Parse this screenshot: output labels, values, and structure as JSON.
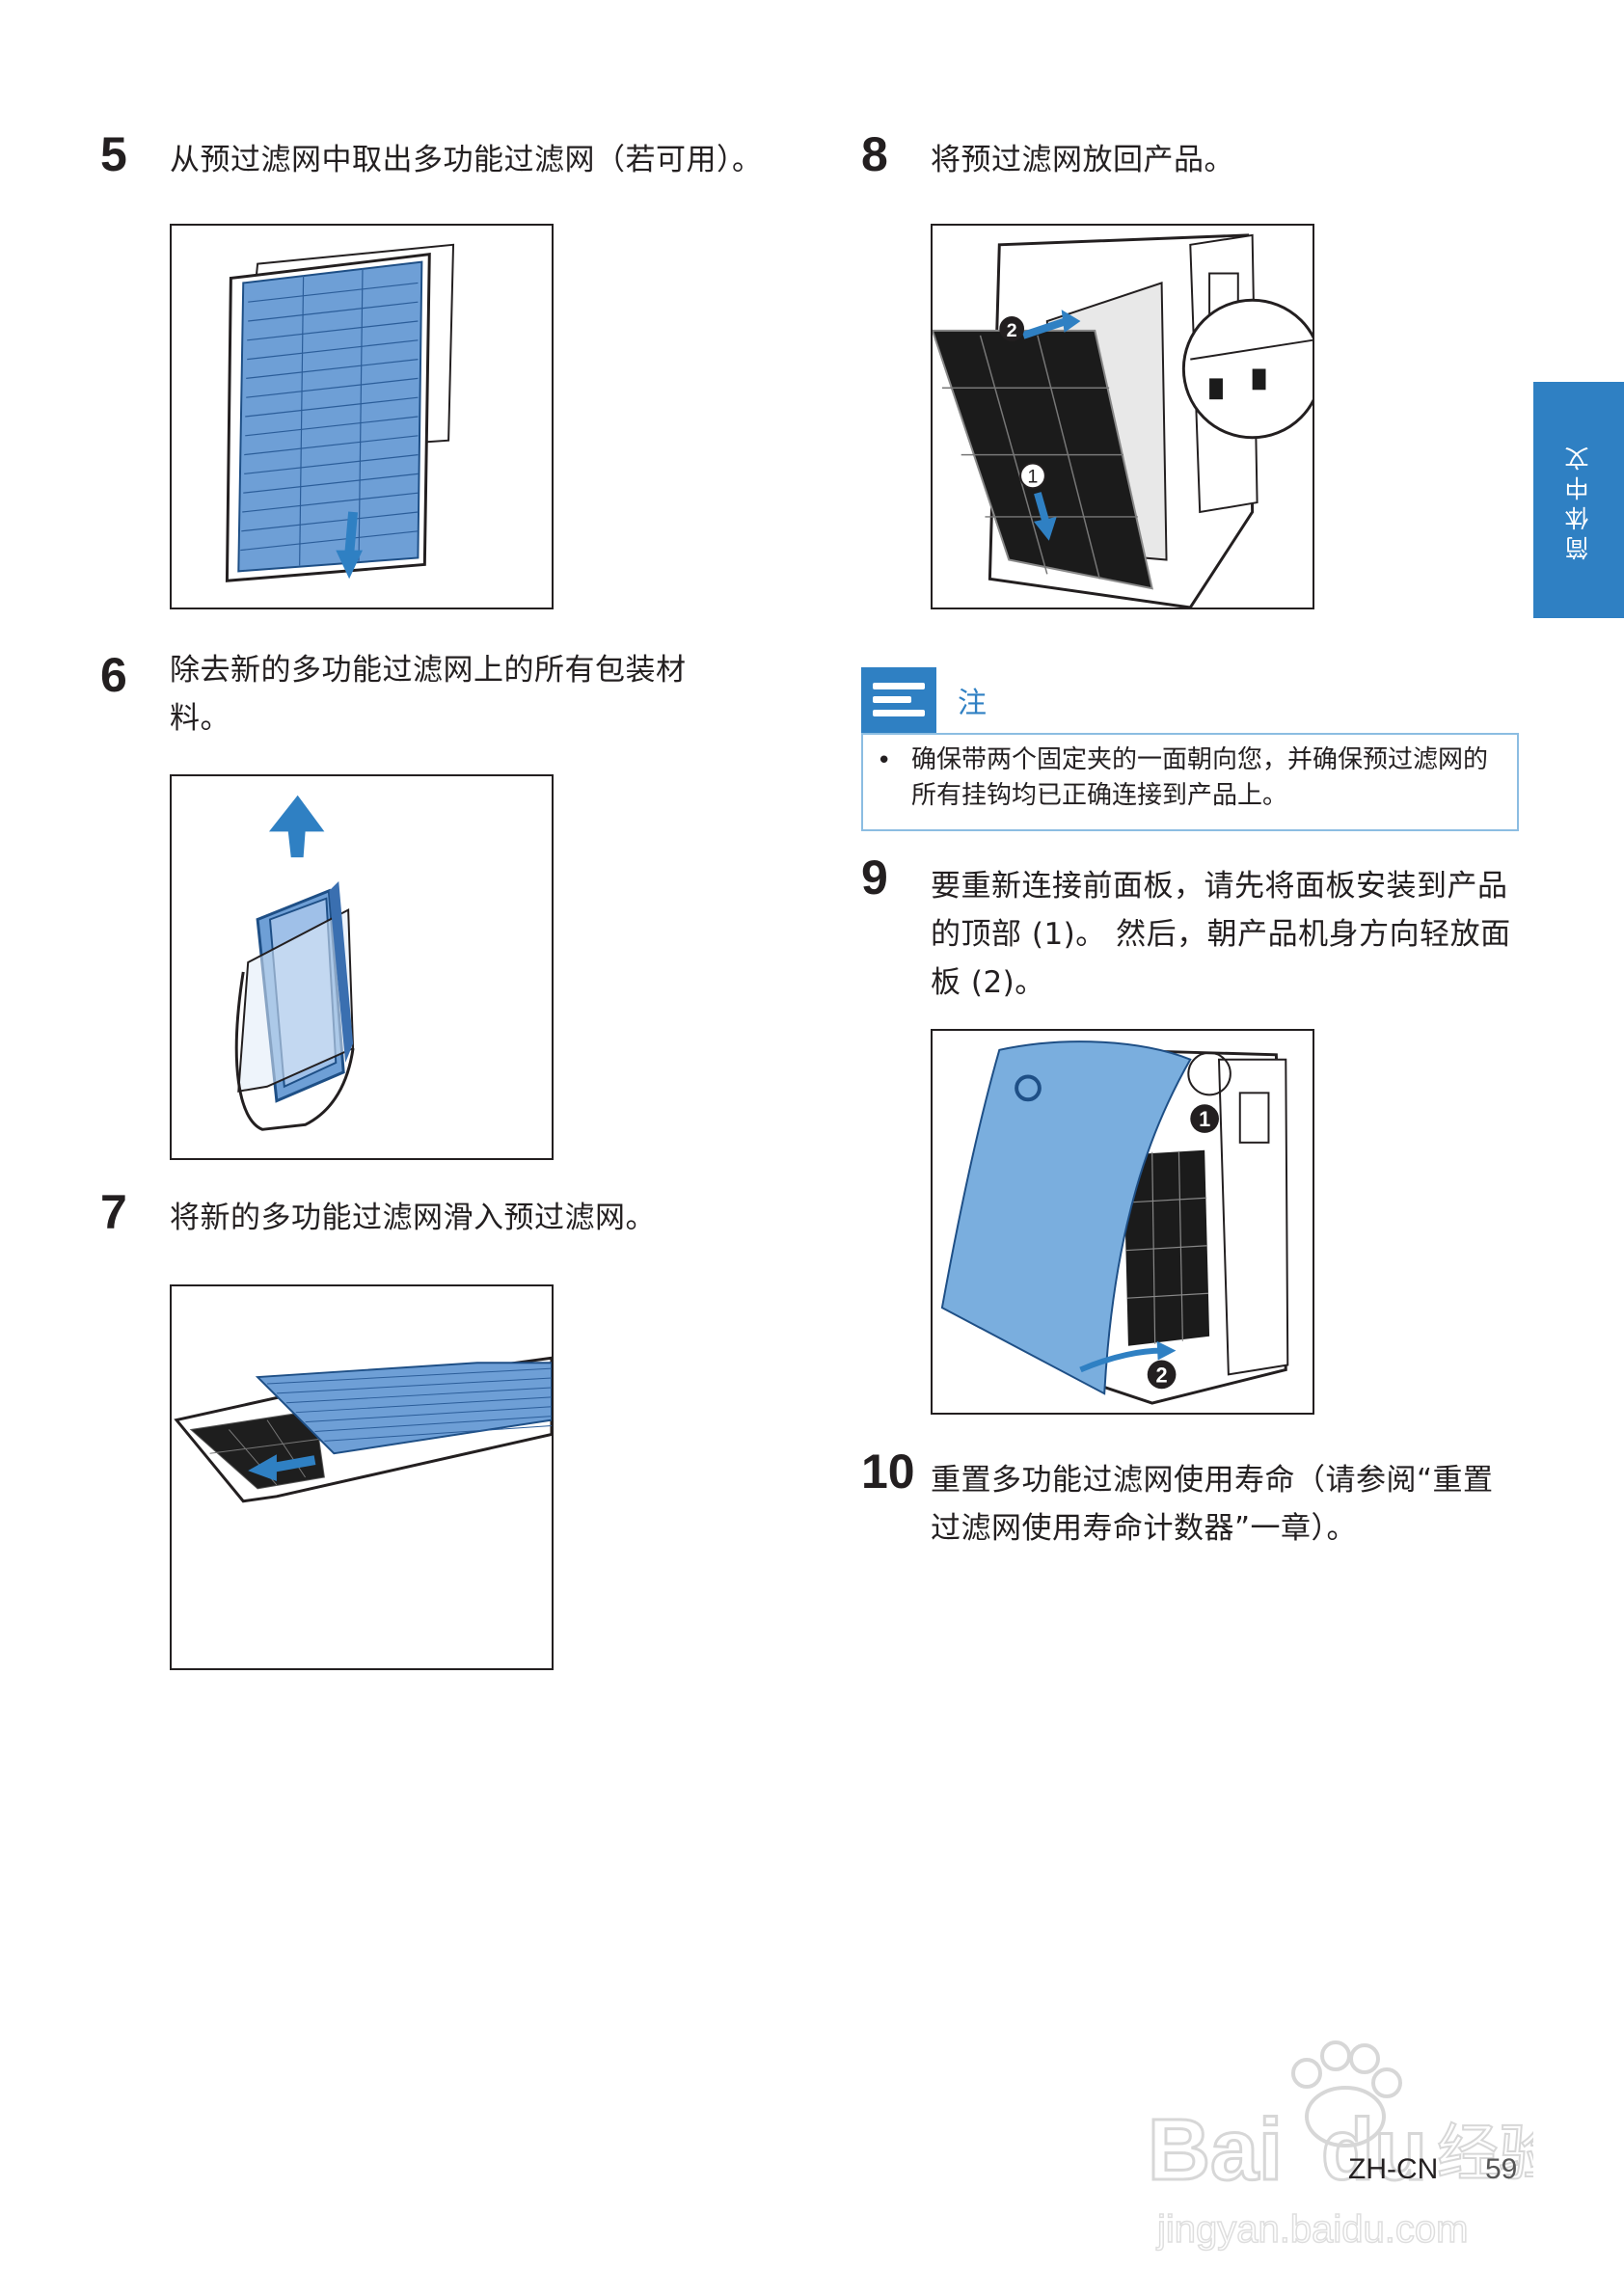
{
  "steps": [
    {
      "number": "5",
      "text": "从预过滤网中取出多功能过滤网（若可用）。"
    },
    {
      "number": "6",
      "text": "除去新的多功能过滤网上的所有包装材料。"
    },
    {
      "number": "7",
      "text": "将新的多功能过滤网滑入预过滤网。"
    },
    {
      "number": "8",
      "text": "将预过滤网放回产品。"
    },
    {
      "number": "9",
      "text": "要重新连接前面板，请先将面板安装到产品的顶部 (1)。 然后，朝产品机身方向轻放面板 (2)。"
    },
    {
      "number": "10",
      "text": "重置多功能过滤网使用寿命（请参阅“重置过滤网使用寿命计数器”一章）。"
    }
  ],
  "note": {
    "label": "注",
    "bullet": "•",
    "text": "确保带两个固定夹的一面朝向您，并确保预过滤网的所有挂钩均已正确连接到产品上。"
  },
  "side_tab": "简体中文",
  "footer": {
    "language": "ZH-CN",
    "page": "59"
  },
  "callouts": {
    "one": "1",
    "two": "2"
  },
  "watermark": {
    "brand": "Bai",
    "brand2": "du",
    "service": "经验",
    "url": "jingyan.baidu.com"
  },
  "colors": {
    "accent": "#2f80c3",
    "filter_blue": "#7aa7d8",
    "panel_blue": "#7aaede",
    "note_border": "#8cbde2"
  }
}
